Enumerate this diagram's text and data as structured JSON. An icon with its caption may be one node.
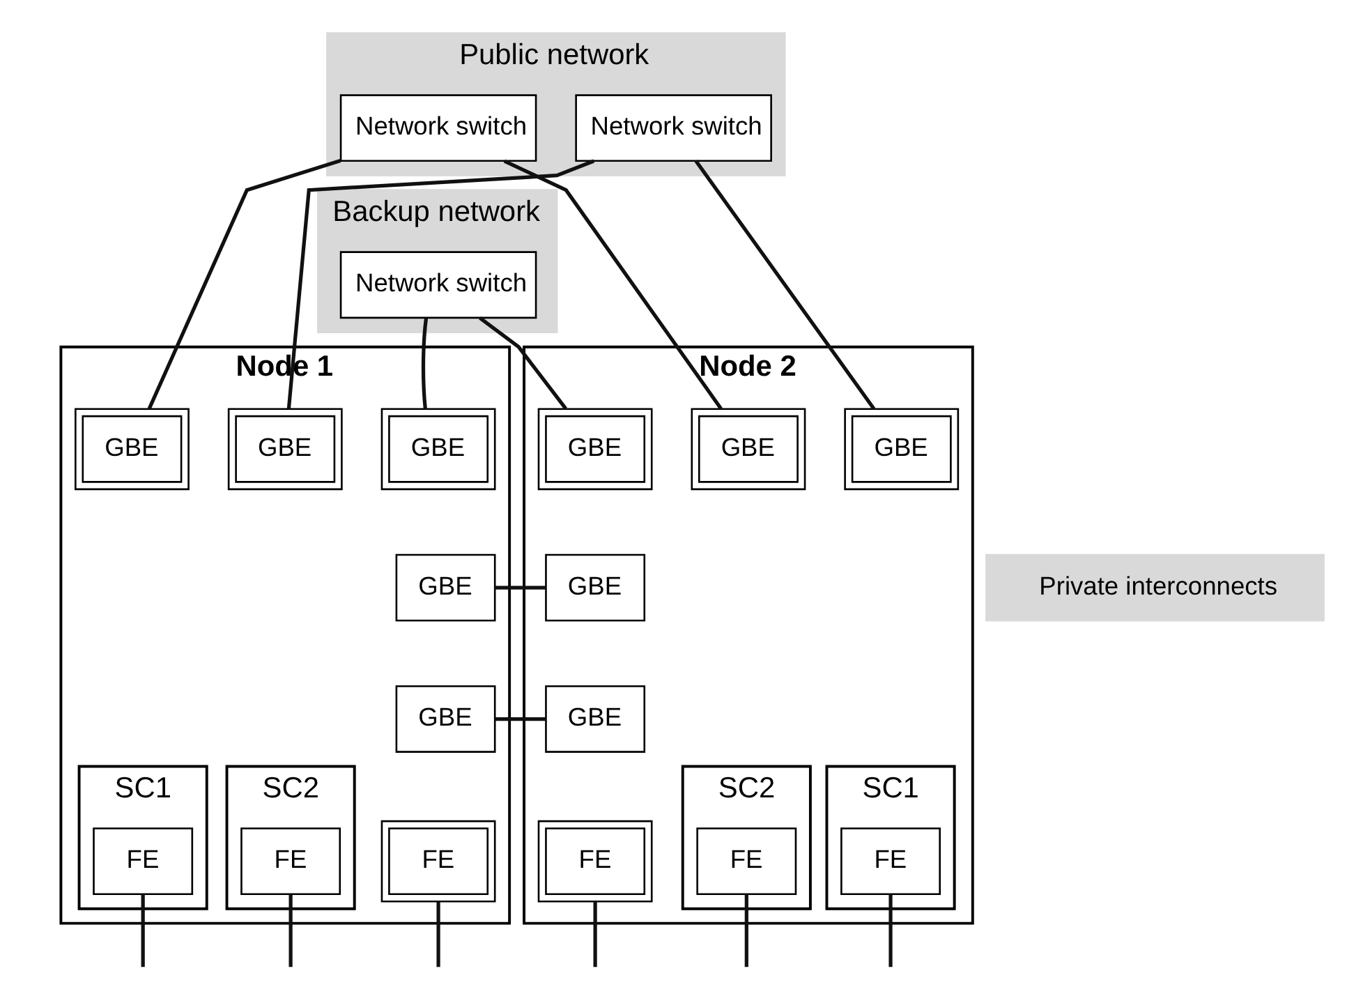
{
  "diagram": {
    "nodes": [
      {
        "text": [
          "Public network"
        ]
      },
      {
        "text": [
          "Network switch"
        ],
        "in": 0
      },
      {
        "text": [
          "Network switch"
        ],
        "in": 0
      },
      {
        "text": [
          "Backup network"
        ]
      },
      {
        "text": [
          "Network switch"
        ],
        "in": 3
      },
      {
        "text": [
          "Private interconnects"
        ]
      },
      {
        "text": [
          "Node 1"
        ]
      },
      {
        "text": [
          "GBE"
        ],
        "in": 6
      },
      {
        "text": [
          "GBE"
        ],
        "in": 6
      },
      {
        "text": [
          "GBE"
        ],
        "in": 6
      },
      {
        "text": [
          "GBE"
        ],
        "in": 6
      },
      {
        "text": [
          "GBE"
        ],
        "in": 6
      },
      {
        "text": [
          "SC1"
        ],
        "in": 6
      },
      {
        "text": [
          "FE"
        ],
        "in": 12
      },
      {
        "text": [
          "SC2"
        ],
        "in": 6
      },
      {
        "text": [
          "FE"
        ],
        "in": 14
      },
      {
        "text": [
          "FE"
        ],
        "in": 6
      },
      {
        "text": [
          "Node 2"
        ]
      },
      {
        "text": [
          "GBE"
        ],
        "in": 17
      },
      {
        "text": [
          "GBE"
        ],
        "in": 17
      },
      {
        "text": [
          "GBE"
        ],
        "in": 17
      },
      {
        "text": [
          "GBE"
        ],
        "in": 17
      },
      {
        "text": [
          "GBE"
        ],
        "in": 17
      },
      {
        "text": [
          "FE"
        ],
        "in": 17
      },
      {
        "text": [
          "SC2"
        ],
        "in": 17
      },
      {
        "text": [
          "FE"
        ],
        "in": 24
      },
      {
        "text": [
          "SC1"
        ],
        "in": 17
      },
      {
        "text": [
          "FE"
        ],
        "in": 26
      }
    ],
    "edges": [
      {
        "from": 1,
        "to": 7,
        "arrow": "none"
      },
      {
        "from": 1,
        "to": 19,
        "arrow": "none"
      },
      {
        "from": 2,
        "to": 8,
        "arrow": "none"
      },
      {
        "from": 2,
        "to": 20,
        "arrow": "none"
      },
      {
        "from": 4,
        "to": 9,
        "arrow": "none"
      },
      {
        "from": 4,
        "to": 18,
        "arrow": "none"
      },
      {
        "from": 10,
        "to": 21,
        "arrow": "none"
      },
      {
        "from": 11,
        "to": 22,
        "arrow": "none"
      },
      {
        "from": 13,
        "to": null,
        "arrow": "none"
      },
      {
        "from": 15,
        "to": null,
        "arrow": "none"
      },
      {
        "from": 16,
        "to": null,
        "arrow": "none"
      },
      {
        "from": 23,
        "to": null,
        "arrow": "none"
      },
      {
        "from": 25,
        "to": null,
        "arrow": "none"
      },
      {
        "from": 27,
        "to": null,
        "arrow": "none"
      }
    ]
  }
}
